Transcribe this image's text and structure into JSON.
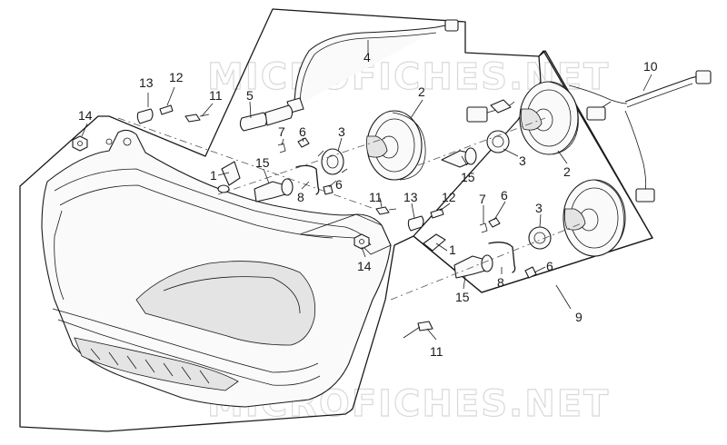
{
  "watermark": "MICROFICHES.NET",
  "callouts": {
    "c1a": "1",
    "c1b": "1",
    "c2a": "2",
    "c2b": "2",
    "c3a": "3",
    "c3b": "3",
    "c3c": "3",
    "c4": "4",
    "c5": "5",
    "c6a": "6",
    "c6b": "6",
    "c6c": "6",
    "c6d": "6",
    "c7a": "7",
    "c7b": "7",
    "c8a": "8",
    "c8b": "8",
    "c9": "9",
    "c10": "10",
    "c11a": "11",
    "c11b": "11",
    "c11c": "11",
    "c12a": "12",
    "c12b": "12",
    "c13a": "13",
    "c13b": "13",
    "c14a": "14",
    "c14b": "14",
    "c15a": "15",
    "c15b": "15",
    "c15c": "15"
  }
}
